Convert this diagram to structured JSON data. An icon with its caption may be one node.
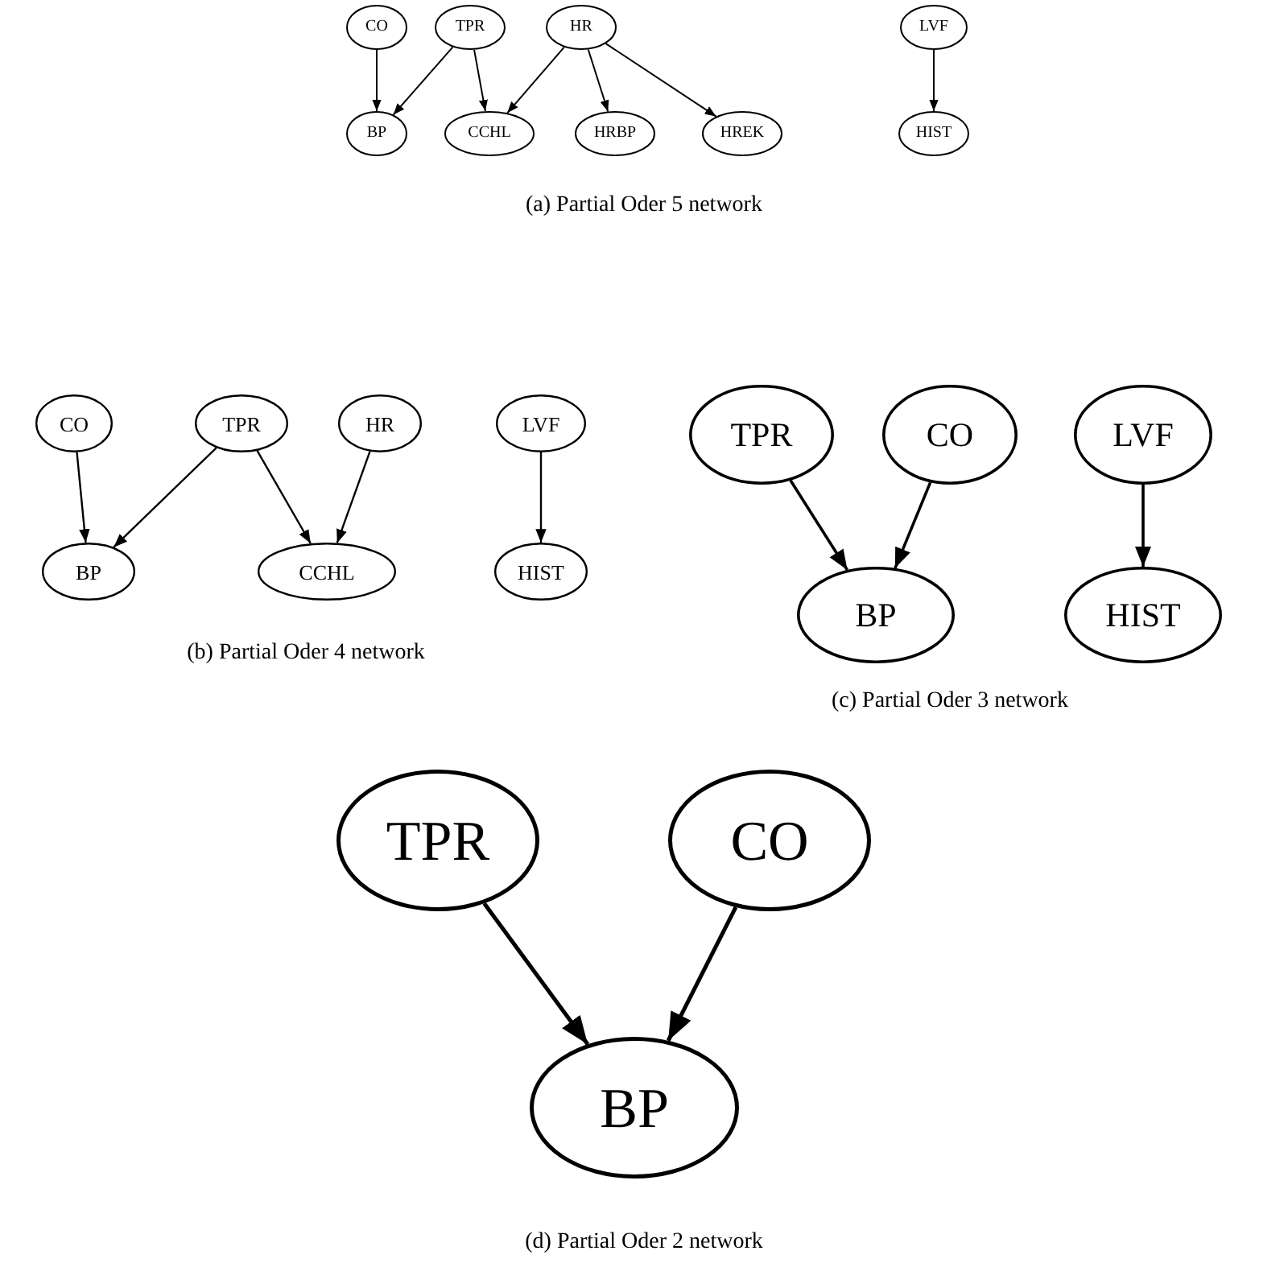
{
  "diagram": {
    "nodes": [
      {
        "text": [
          "CO"
        ]
      },
      {
        "text": [
          "TPR"
        ]
      },
      {
        "text": [
          "HR"
        ]
      },
      {
        "text": [
          "LVF"
        ]
      },
      {
        "text": [
          "BP"
        ]
      },
      {
        "text": [
          "CCHL"
        ]
      },
      {
        "text": [
          "HRBP"
        ]
      },
      {
        "text": [
          "HREK"
        ]
      },
      {
        "text": [
          "HIST"
        ]
      },
      {
        "text": [
          "CO"
        ]
      },
      {
        "text": [
          "TPR"
        ]
      },
      {
        "text": [
          "HR"
        ]
      },
      {
        "text": [
          "LVF"
        ]
      },
      {
        "text": [
          "BP"
        ]
      },
      {
        "text": [
          "CCHL"
        ]
      },
      {
        "text": [
          "HIST"
        ]
      },
      {
        "text": [
          "TPR"
        ]
      },
      {
        "text": [
          "CO"
        ]
      },
      {
        "text": [
          "LVF"
        ]
      },
      {
        "text": [
          "BP"
        ]
      },
      {
        "text": [
          "HIST"
        ]
      },
      {
        "text": [
          "TPR"
        ]
      },
      {
        "text": [
          "CO"
        ]
      },
      {
        "text": [
          "BP"
        ]
      }
    ],
    "edges": [
      {
        "from": 0,
        "to": 4,
        "arrow": "to"
      },
      {
        "from": 1,
        "to": 4,
        "arrow": "to"
      },
      {
        "from": 1,
        "to": 5,
        "arrow": "to"
      },
      {
        "from": 2,
        "to": 5,
        "arrow": "to"
      },
      {
        "from": 2,
        "to": 6,
        "arrow": "to"
      },
      {
        "from": 2,
        "to": 7,
        "arrow": "to"
      },
      {
        "from": 3,
        "to": 8,
        "arrow": "to"
      },
      {
        "from": 9,
        "to": 13,
        "arrow": "to"
      },
      {
        "from": 10,
        "to": 13,
        "arrow": "to"
      },
      {
        "from": 10,
        "to": 14,
        "arrow": "to"
      },
      {
        "from": 11,
        "to": 14,
        "arrow": "to"
      },
      {
        "from": 12,
        "to": 15,
        "arrow": "to"
      },
      {
        "from": 16,
        "to": 19,
        "arrow": "to"
      },
      {
        "from": 17,
        "to": 19,
        "arrow": "to"
      },
      {
        "from": 18,
        "to": 20,
        "arrow": "to"
      },
      {
        "from": 21,
        "to": 23,
        "arrow": "to"
      },
      {
        "from": 22,
        "to": 23,
        "arrow": "to"
      }
    ],
    "labels": [
      "(a) Partial Oder 5 network",
      "(b) Partial Oder 4 network",
      "(c) Partial Oder 3 network",
      "(d) Partial Oder 2 network"
    ]
  }
}
